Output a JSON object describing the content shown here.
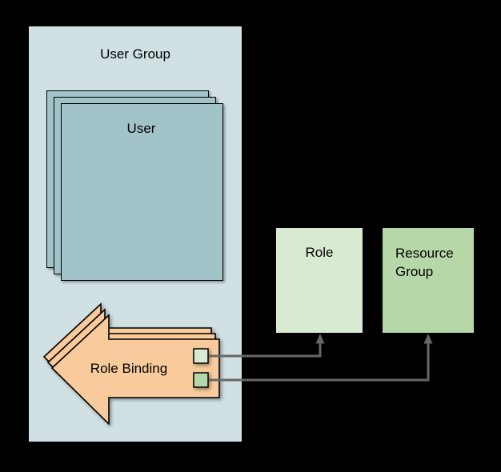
{
  "canvas": {
    "background": "#000000"
  },
  "diagram": {
    "connector_color": "#666666",
    "outline_color": "#000000",
    "user_group": {
      "label": "User Group",
      "fill": "#d0e0e3"
    },
    "user_stack": {
      "label": "User",
      "fill": "#a2c4c9",
      "visible_copies": 3
    },
    "role_binding": {
      "label": "Role Binding",
      "fill": "#f9cb9c",
      "visible_copies": 3
    },
    "role": {
      "label": "Role",
      "fill": "#d9ead3"
    },
    "resource_group": {
      "label": "Resource Group",
      "fill": "#b6d7a8"
    },
    "ports": {
      "role_port_fill": "#d9ead3",
      "resource_group_port_fill": "#b6d7a8"
    }
  }
}
